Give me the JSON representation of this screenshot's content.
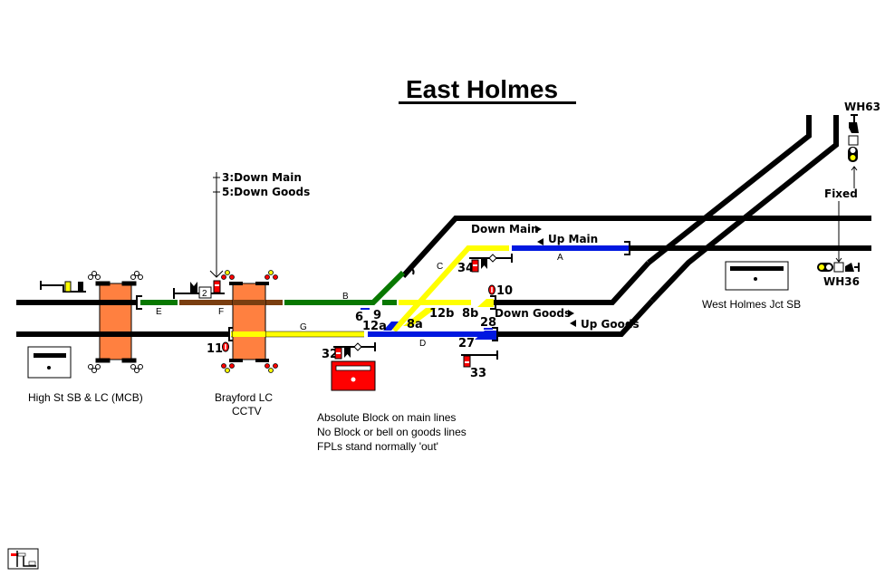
{
  "title": "East Holmes",
  "colors": {
    "track_black": "#000000",
    "track_green": "#087800",
    "track_brown": "#7a3e10",
    "track_yellow": "#ffff00",
    "track_blue": "#0018e0",
    "crossing_orange": "#ff8040",
    "signal_red": "#ff0000",
    "lamp_yellow": "#ffff00"
  },
  "line_labels": {
    "down_main": "Down Main",
    "up_main": "Up Main",
    "down_goods": "Down Goods",
    "up_goods": "Up Goods"
  },
  "route_indicator": {
    "route_3": "3:Down Main",
    "route_5": "5:Down Goods"
  },
  "track_circuits": {
    "A": "A",
    "B": "B",
    "C": "C",
    "D": "D",
    "E": "E",
    "F": "F",
    "G": "G"
  },
  "levers": {
    "l2": "2",
    "l6": "6",
    "l8a": "8a",
    "l8b": "8b",
    "l9": "9",
    "l10": "10",
    "l11": "11",
    "l12a": "12a",
    "l12b": "12b",
    "l27": "27",
    "l28": "28",
    "l32": "32",
    "l33": "33",
    "l34": "34"
  },
  "fixed_signals": {
    "wh63": "WH63",
    "wh36": "WH36",
    "fixed_label": "Fixed"
  },
  "locations": {
    "high_st": "High St SB & LC (MCB)",
    "brayford_1": "Brayford LC",
    "brayford_2": "CCTV",
    "west_holmes": "West Holmes Jct SB"
  },
  "notes": [
    "Absolute Block on main lines",
    "No Block or bell on goods lines",
    "FPLs stand normally 'out'"
  ]
}
